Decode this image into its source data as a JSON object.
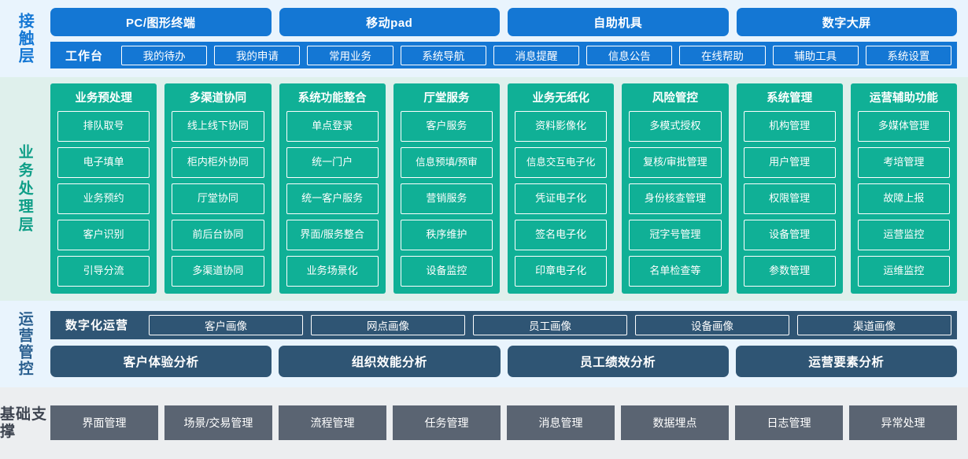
{
  "layers": {
    "contact": {
      "label": "接触层",
      "channels": [
        "PC/图形终端",
        "移动pad",
        "自助机具",
        "数字大屏"
      ],
      "workbench_title": "工作台",
      "workbench_items": [
        "我的待办",
        "我的申请",
        "常用业务",
        "系统导航",
        "消息提醒",
        "信息公告",
        "在线帮助",
        "辅助工具",
        "系统设置"
      ],
      "accent": "#1477d4",
      "background": "#e9f4fd"
    },
    "business": {
      "label": "业务处理层",
      "accent": "#10b096",
      "background": "#dff0ec",
      "columns": [
        {
          "title": "业务预处理",
          "items": [
            "排队取号",
            "电子填单",
            "业务预约",
            "客户识别",
            "引导分流"
          ]
        },
        {
          "title": "多渠道协同",
          "items": [
            "线上线下协同",
            "柜内柜外协同",
            "厅堂协同",
            "前后台协同",
            "多渠道协同"
          ]
        },
        {
          "title": "系统功能整合",
          "items": [
            "单点登录",
            "统一门户",
            "统一客户服务",
            "界面/服务整合",
            "业务场景化"
          ]
        },
        {
          "title": "厅堂服务",
          "items": [
            "客户服务",
            "信息预填/预审",
            "营销服务",
            "秩序维护",
            "设备监控"
          ]
        },
        {
          "title": "业务无纸化",
          "items": [
            "资料影像化",
            "信息交互电子化",
            "凭证电子化",
            "签名电子化",
            "印章电子化"
          ]
        },
        {
          "title": "风险管控",
          "items": [
            "多模式授权",
            "复核/审批管理",
            "身份核查管理",
            "冠字号管理",
            "名单检查等"
          ]
        },
        {
          "title": "系统管理",
          "items": [
            "机构管理",
            "用户管理",
            "权限管理",
            "设备管理",
            "参数管理"
          ]
        },
        {
          "title": "运营辅助功能",
          "items": [
            "多媒体管理",
            "考培管理",
            "故障上报",
            "运营监控",
            "运维监控"
          ]
        }
      ]
    },
    "operations": {
      "label": "运营管控",
      "accent": "#2f5574",
      "background": "#e9f4fd",
      "digital_title": "数字化运营",
      "portraits": [
        "客户画像",
        "网点画像",
        "员工画像",
        "设备画像",
        "渠道画像"
      ],
      "analyses": [
        "客户体验分析",
        "组织效能分析",
        "员工绩效分析",
        "运营要素分析"
      ]
    },
    "foundation": {
      "label": "基础支撑",
      "accent": "#5a6472",
      "background": "#eceef0",
      "items": [
        "界面管理",
        "场景/交易管理",
        "流程管理",
        "任务管理",
        "消息管理",
        "数据埋点",
        "日志管理",
        "异常处理"
      ]
    }
  }
}
